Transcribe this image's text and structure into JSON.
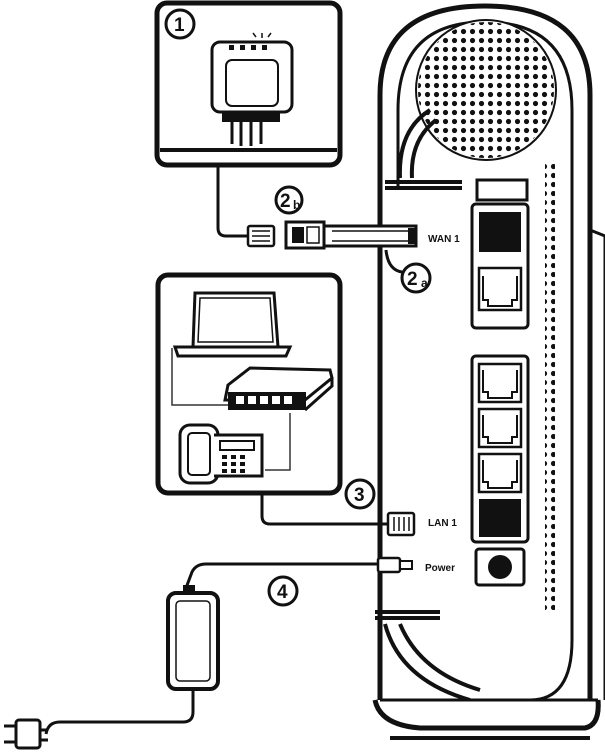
{
  "colors": {
    "ink": "#111111",
    "paper": "#ffffff",
    "shade": "#555555"
  },
  "ports": {
    "wan": "WAN 1",
    "lan": "LAN 1",
    "power": "Power"
  },
  "steps": {
    "s1": "1",
    "s2a_main": "2",
    "s2a_sub": "a",
    "s2b_main": "2",
    "s2b_sub": "b",
    "s3": "3",
    "s4": "4"
  },
  "icons": [
    "ont-device-icon",
    "sfp-module-icon",
    "laptop-icon",
    "network-switch-icon",
    "desk-phone-icon",
    "power-adapter-icon",
    "power-plug-icon",
    "router-tower-icon"
  ]
}
